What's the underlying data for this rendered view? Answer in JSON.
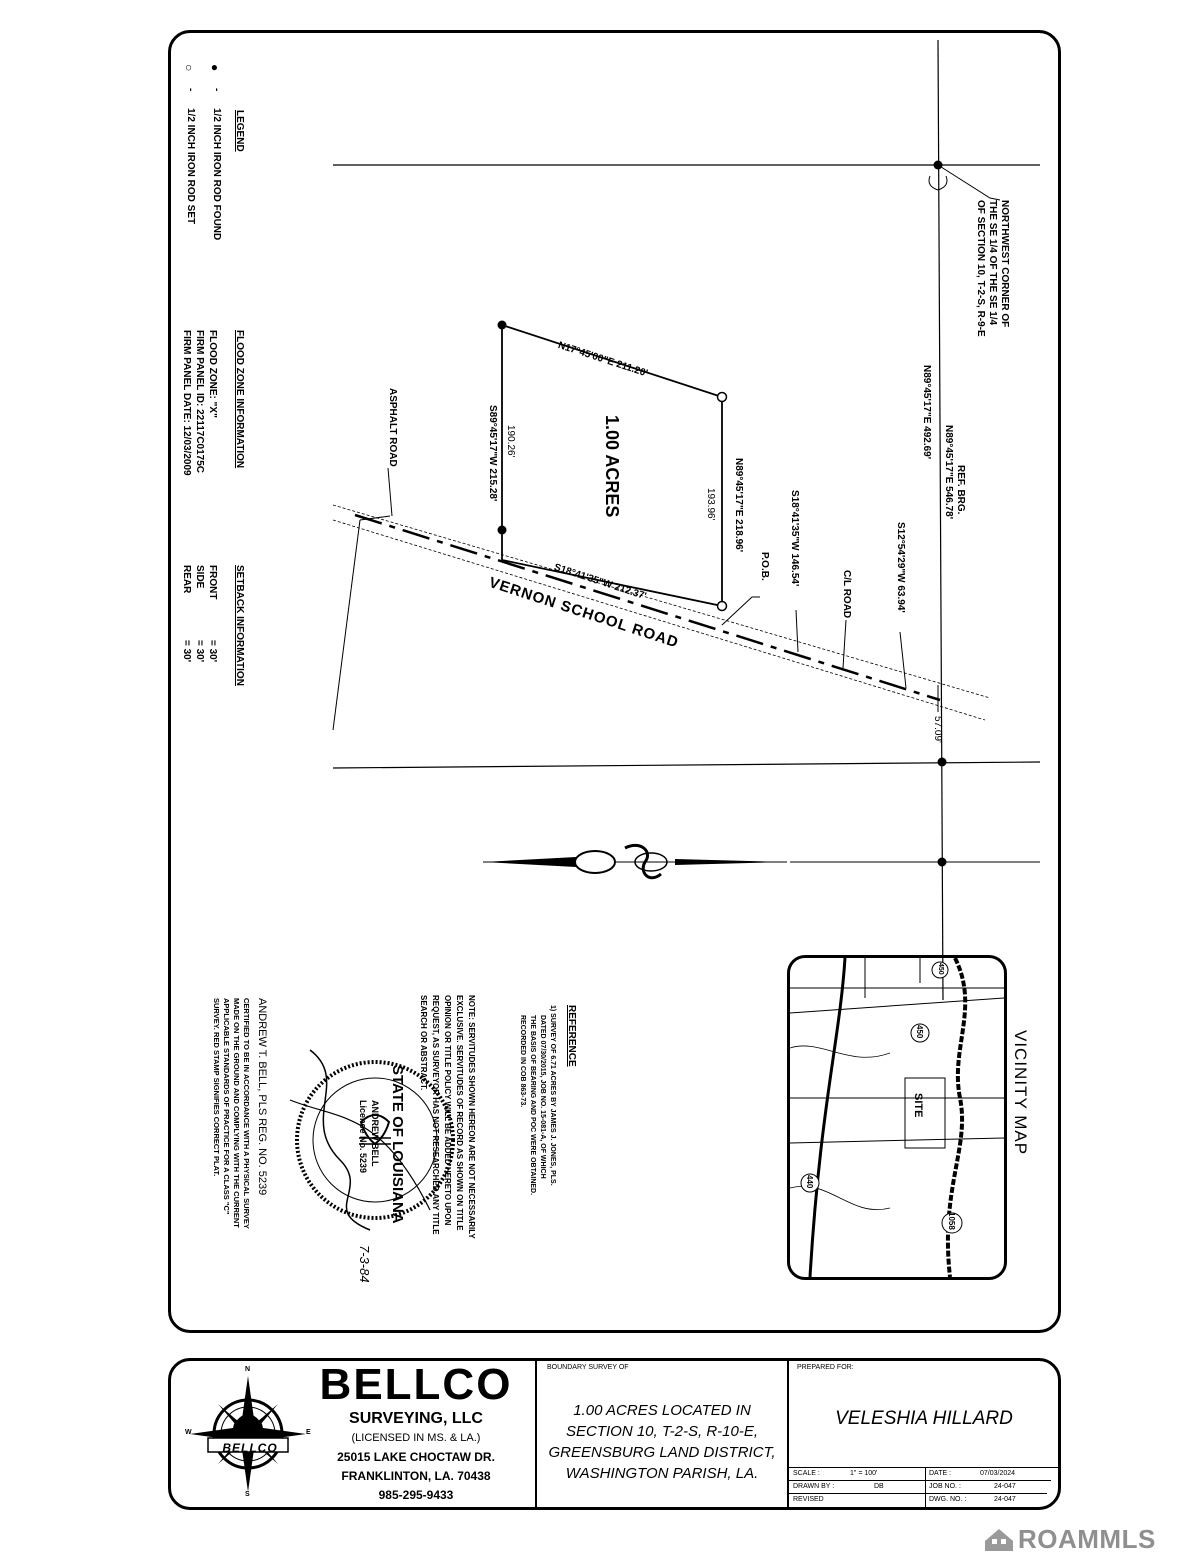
{
  "legend": {
    "title": "LEGEND",
    "items": [
      {
        "symbol": "●",
        "dash": "-",
        "label": "1/2 INCH IRON ROD FOUND"
      },
      {
        "symbol": "○",
        "dash": "-",
        "label": "1/2 INCH IRON ROD SET"
      }
    ]
  },
  "flood": {
    "title": "FLOOD ZONE INFORMATION",
    "lines": [
      "FLOOD ZONE: \"X\"",
      "FIRM PANEL ID: 22117C0175C",
      "FIRM PANEL DATE: 12/03/2009"
    ]
  },
  "setback": {
    "title": "SETBACK INFORMATION",
    "rows": [
      {
        "side": "FRONT",
        "value": "= 30'"
      },
      {
        "side": "SIDE",
        "value": "= 30'"
      },
      {
        "side": "REAR",
        "value": "= 30'"
      }
    ]
  },
  "plat": {
    "nw_corner": [
      "NORTHWEST CORNER OF",
      "THE SE 1/4 OF THE SE 1/4",
      "OF SECTION 10, T-2-S, R-9-E"
    ],
    "ref_brg": [
      "REF. BRG.",
      "N89°45'17\"E  546.78'"
    ],
    "n_line": "N89°45'17\"E  492.69'",
    "acres": "1.00 ACRES",
    "north_line": "N17°45'00\"E  211.20'",
    "west_line": "S89°45'17\"W  215.28'",
    "west_inner": "190.26'",
    "east_line": "N89°45'17\"E  218.96'",
    "east_inner": "193.96'",
    "road_line": "S18°41'35\"W  212.37'",
    "road_name": "VERNON SCHOOL ROAD",
    "pob": "P.O.B.",
    "cl_road": "C/L ROAD",
    "asphalt": "ASPHALT ROAD",
    "line_146": "S18°41'35\"W 146.54'",
    "line_63": "S12°54'29\"W 63.94'",
    "dim_57": "57.09'"
  },
  "reference": {
    "title": "REFERENCE",
    "lines": [
      "1)  SURVEY OF 6.71 ACRES BY JAMES J. JONES, PLS.",
      "DATED 07/30/2015, JOB NO. 15-081-A, OF WHICH",
      "THE BASIS OF BEARING AND POC WERE OBTAINED.",
      "RECORDED IN COB 863-73."
    ]
  },
  "note": {
    "lines": [
      "NOTE:  SERVITUDES SHOWN HEREON ARE NOT NECESSARILY",
      "EXCLUSIVE. SERVITUDES OF RECORD AS SHOWN ON TITLE",
      "OPINION OR TITLE POLICY WILL BE ADDED HERETO UPON",
      "REQUEST, AS SURVEYOR HAS NOT RESEARCHED ANY TITLE",
      "SEARCH OR ABSTRACT."
    ]
  },
  "seal": {
    "state": "STATE OF LOUISIANA",
    "name": "ANDREW BELL",
    "license": "License No. 5239",
    "date": "7-3-84"
  },
  "certification": {
    "surveyor": "ANDREW T. BELL, PLS    REG. NO. 5239",
    "lines": [
      "CERTIFIED TO BE IN ACCORDANCE WITH A PHYSICAL SURVEY",
      "MADE ON THE GROUND AND COMPLYING WITH THE CURRENT",
      "APPLICABLE STANDARDS OF PRACTICE FOR A CLASS \"C\"",
      "SURVEY. RED STAMP SIGNIFIES CORRECT PLAT."
    ]
  },
  "vicinity": {
    "title": "VICINITY MAP",
    "site": "SITE",
    "routes": [
      "450",
      "440",
      "1058",
      "450"
    ]
  },
  "titleblock": {
    "company": "BELLCO",
    "company_sub": "SURVEYING, LLC",
    "licensed": "(LICENSED IN MS. & LA.)",
    "address1": "25015 LAKE CHOCTAW DR.",
    "address2": "FRANKLINTON, LA. 70438",
    "phone": "985-295-9433",
    "logo_text": "BELLCO",
    "compass": {
      "n": "N",
      "s": "S",
      "e": "E",
      "w": "W"
    },
    "survey_of_label": "BOUNDARY SURVEY OF",
    "survey_lines": [
      "1.00 ACRES LOCATED IN",
      "SECTION 10, T-2-S, R-10-E,",
      "GREENSBURG LAND DISTRICT,",
      "WASHINGTON PARISH, LA."
    ],
    "prepared_label": "PREPARED FOR:",
    "client": "VELESHIA HILLARD",
    "scale_label": "SCALE :",
    "scale_value": "1\" = 100'",
    "drawn_label": "DRAWN BY :",
    "drawn_value": "DB",
    "revised_label": "REVISED",
    "date_label": "DATE :",
    "date_value": "07/03/2024",
    "job_label": "JOB NO. :",
    "job_value": "24-047",
    "dwg_label": "DWG. NO. :",
    "dwg_value": "24-047"
  },
  "watermark": "ROAMMLS"
}
